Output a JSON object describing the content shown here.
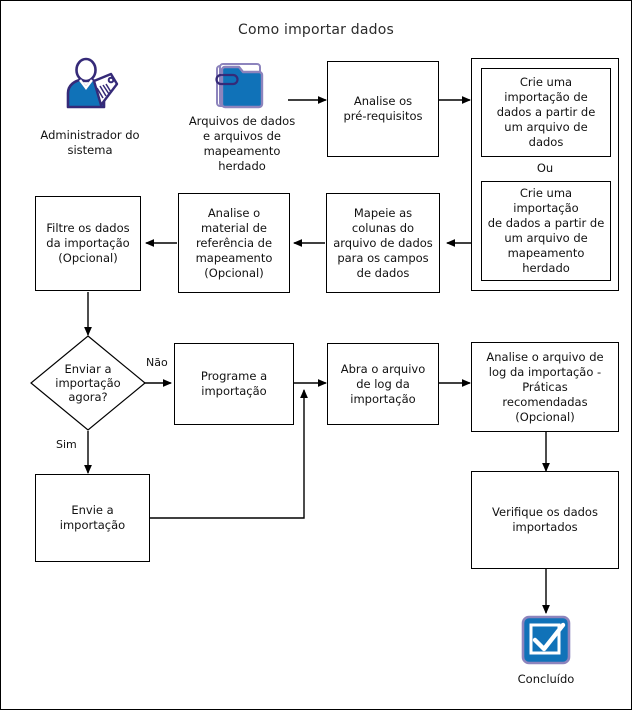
{
  "diagram": {
    "title": "Como importar dados",
    "type": "flowchart",
    "colors": {
      "stroke": "#000000",
      "background": "#ffffff",
      "icon_blue": "#1072b8",
      "icon_purple": "#5b4a9e",
      "icon_outline": "#8d84bd",
      "text": "#111111"
    },
    "actors": [
      {
        "id": "admin",
        "icon": "system-administrator-icon",
        "caption": "Administrador do\nsistema"
      },
      {
        "id": "files",
        "icon": "data-files-folder-icon",
        "caption": "Arquivos de dados\ne arquivos de\nmapeamento\nherdado"
      },
      {
        "id": "done",
        "icon": "completed-checkmark-icon",
        "caption": "Concluído"
      }
    ],
    "nodes": [
      {
        "id": "review-prereqs",
        "label": "Analise os\npré-requisitos"
      },
      {
        "id": "create-from-data",
        "label": "Crie uma\nimportação de\ndados a partir de\num arquivo de\ndados"
      },
      {
        "id": "create-from-legacy",
        "label": "Crie uma importação\nde dados a partir de\num arquivo de\nmapeamento\nherdado"
      },
      {
        "id": "map-columns",
        "label": "Mapeie as\ncolunas do\narquivo de dados\npara os campos\nde dados"
      },
      {
        "id": "review-mapping",
        "label": "Analise o\nmaterial de\nreferência de\nmapeamento\n(Opcional)"
      },
      {
        "id": "filter-data",
        "label": "Filtre os dados\nda importação\n(Opcional)"
      },
      {
        "id": "schedule-import",
        "label": "Programe a\nimportação"
      },
      {
        "id": "submit-import",
        "label": "Envie a\nimportação"
      },
      {
        "id": "open-log",
        "label": "Abra o arquivo\nde log da\nimportação"
      },
      {
        "id": "review-log",
        "label": "Analise o arquivo de\nlog da importação -\nPráticas\nrecomendadas\n(Opcional)"
      },
      {
        "id": "verify-data",
        "label": "Verifique os dados\nimportados"
      }
    ],
    "decision": {
      "id": "send-now",
      "label": "Enviar a\nimportação\nagora?"
    },
    "group_separator_label": "Ou",
    "edge_labels": {
      "no": "Não",
      "yes": "Sim"
    }
  }
}
